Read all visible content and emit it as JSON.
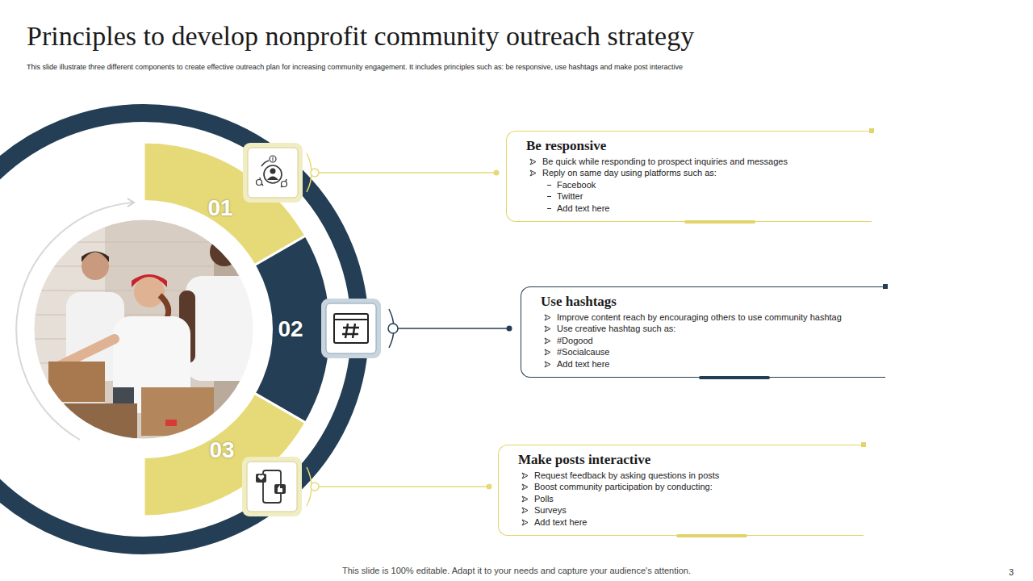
{
  "diagram": {
    "title": "Principles to develop nonprofit community outreach strategy",
    "caption": "This slide illustrate three different components to create effective outreach plan for increasing community engagement. It includes principles such as: be responsive, use hashtags and make post interactive",
    "nodes": [
      {
        "text": [
          "Be responsive",
          "Be quick while responding to prospect inquiries and messages",
          "Reply on same day using platforms such as:",
          "Facebook",
          "Twitter",
          "Add text here"
        ]
      },
      {
        "text": [
          "Use hashtags",
          "Improve content reach by encouraging others to use community hashtag",
          "Use creative hashtag such as:",
          "#Dogood",
          "#Socialcause",
          "Add text here"
        ]
      },
      {
        "text": [
          "Make posts interactive",
          "Request feedback by asking questions in posts",
          "Boost community participation by conducting:",
          "Polls",
          "Surveys",
          "Add text here"
        ]
      }
    ],
    "labels": [
      "01",
      "02",
      "03",
      "This slide is 100% editable. Adapt it to your needs and capture your audience's attention.",
      "3"
    ]
  }
}
